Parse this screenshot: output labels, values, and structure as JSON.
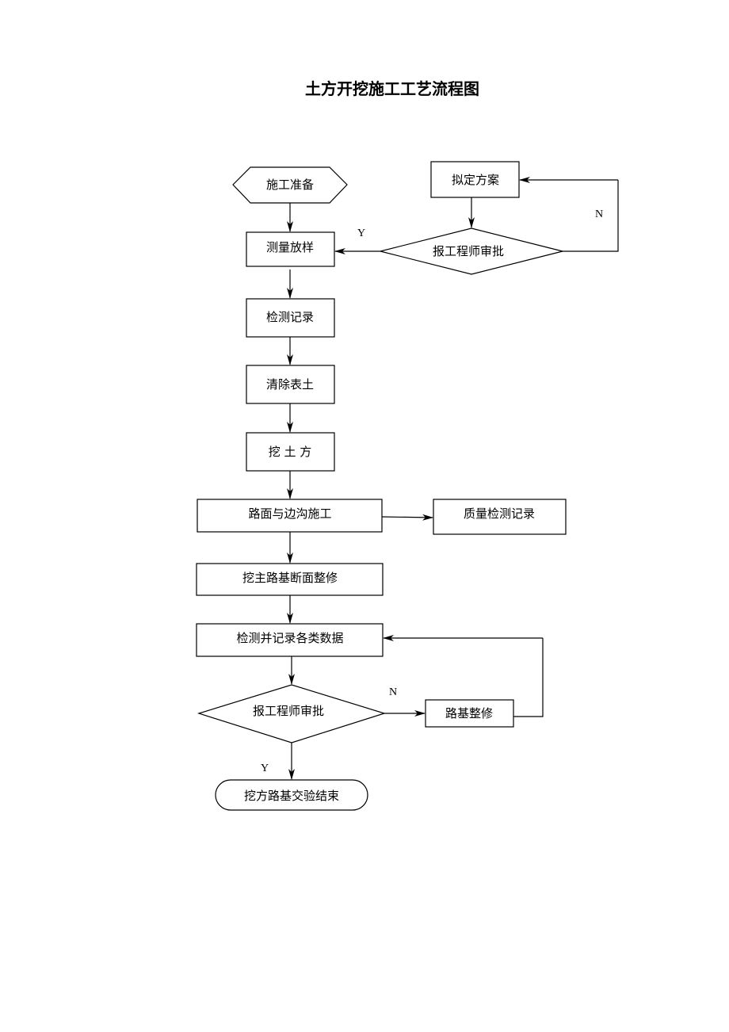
{
  "title": "土方开挖施工工艺流程图",
  "nodes": {
    "start": "施工准备",
    "plan": "拟定方案",
    "review1": "报工程师审批",
    "survey": "测量放样",
    "inspect_record": "检测记录",
    "clear_topsoil": "清除表土",
    "excavate": "挖 土 方",
    "road_ditch": "路面与边沟施工",
    "quality_record": "质量检测记录",
    "trim_section": "挖主路基断面整修",
    "record_data": "检测并记录各类数据",
    "review2": "报工程师审批",
    "subgrade_repair": "路基整修",
    "end": "挖方路基交验结束"
  },
  "labels": {
    "y1": "Y",
    "n1": "N",
    "n2": "N",
    "y2": "Y"
  }
}
